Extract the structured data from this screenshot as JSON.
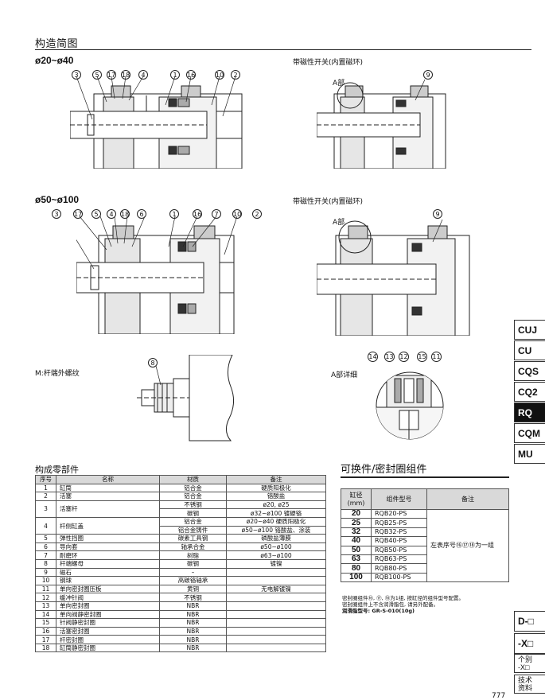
{
  "header": {
    "title": "构造简图"
  },
  "views": {
    "small_bore": {
      "title": "ø20~ø40",
      "callouts": [
        "3",
        "5",
        "17",
        "18",
        "4",
        "1",
        "16",
        "10",
        "2"
      ]
    },
    "small_bore_switch": {
      "title": "带磁性开关(内置磁环)",
      "a_label": "A部",
      "callouts": [
        "9"
      ]
    },
    "large_bore": {
      "title": "ø50~ø100",
      "callouts": [
        "3",
        "17",
        "5",
        "4",
        "18",
        "6",
        "1",
        "16",
        "7",
        "10",
        "2"
      ]
    },
    "large_bore_switch": {
      "title": "带磁性开关(内置磁环)",
      "a_label": "A部",
      "callouts": [
        "9"
      ]
    },
    "rod_thread": {
      "title": "M:杆端外螺纹",
      "callouts": [
        "8"
      ]
    },
    "detail_a": {
      "title": "A部详细",
      "callouts": [
        "14",
        "13",
        "12",
        "15",
        "11"
      ]
    }
  },
  "parts": {
    "title": "构成零部件",
    "headers": [
      "序号",
      "名称",
      "材质",
      "备注"
    ],
    "rows": [
      {
        "no": "1",
        "name": "缸筒",
        "material": "铝合金",
        "note": "硬质阳极化"
      },
      {
        "no": "2",
        "name": "活塞",
        "material": "铝合金",
        "note": "铬酸盐"
      },
      {
        "no": "3",
        "name": "活塞杆",
        "material": "不锈钢",
        "note": "ø20, ø25",
        "sub": {
          "material": "碳钢",
          "note": "ø32~ø100  镀硬铬"
        }
      },
      {
        "no": "4",
        "name": "杆侧缸盖",
        "material": "铝合金",
        "note": "ø20~ø40 硬质阳极化",
        "sub": {
          "material": "铝合金铸件",
          "note": "ø50~ø100 铬酸盐、涂装"
        }
      },
      {
        "no": "5",
        "name": "弹性挡圈",
        "material": "碳素工具钢",
        "note": "磷酸盐薄膜"
      },
      {
        "no": "6",
        "name": "导向套",
        "material": "轴承合金",
        "note": "ø50~ø100"
      },
      {
        "no": "7",
        "name": "耐磨环",
        "material": "树脂",
        "note": "ø63~ø100"
      },
      {
        "no": "8",
        "name": "杆端螺母",
        "material": "碳钢",
        "note": "镀镍"
      },
      {
        "no": "9",
        "name": "磁石",
        "material": "–",
        "note": ""
      },
      {
        "no": "10",
        "name": "钢球",
        "material": "高碳铬轴承",
        "note": ""
      },
      {
        "no": "11",
        "name": "单向密封圈压板",
        "material": "黄铜",
        "note": "无电解镀镍"
      },
      {
        "no": "12",
        "name": "缓冲针阀",
        "material": "不锈钢",
        "note": ""
      },
      {
        "no": "13",
        "name": "单向密封圈",
        "material": "NBR",
        "note": ""
      },
      {
        "no": "14",
        "name": "单向阀静密封圈",
        "material": "NBR",
        "note": ""
      },
      {
        "no": "15",
        "name": "针阀静密封圈",
        "material": "NBR",
        "note": ""
      },
      {
        "no": "16",
        "name": "活塞密封圈",
        "material": "NBR",
        "note": ""
      },
      {
        "no": "17",
        "name": "杆密封圈",
        "material": "NBR",
        "note": ""
      },
      {
        "no": "18",
        "name": "缸筒静密封圈",
        "material": "NBR",
        "note": ""
      }
    ]
  },
  "seal_kits": {
    "title": "可换件/密封圈组件",
    "headers": [
      "缸径\n(mm)",
      "组件型号",
      "备注"
    ],
    "rows": [
      {
        "bore": "20",
        "kit": "RQB20-PS"
      },
      {
        "bore": "25",
        "kit": "RQB25-PS"
      },
      {
        "bore": "32",
        "kit": "RQB32-PS"
      },
      {
        "bore": "40",
        "kit": "RQB40-PS"
      },
      {
        "bore": "50",
        "kit": "RQB50-PS"
      },
      {
        "bore": "63",
        "kit": "RQB63-PS"
      },
      {
        "bore": "80",
        "kit": "RQB80-PS"
      },
      {
        "bore": "100",
        "kit": "RQB100-PS"
      }
    ],
    "remark": "左表序号⑯⑰⑱为一组",
    "notes": [
      "密封圈组件⑯, ⑰, ⑱为1组, 按缸径的组件型号配置。",
      "密封圈组件上不含润滑脂包, 请另外配备。",
      "润滑脂型号: GR-S-010(10g)"
    ]
  },
  "side_tabs": [
    {
      "label": "CUJ",
      "active": false
    },
    {
      "label": "CU",
      "active": false
    },
    {
      "label": "CQS",
      "active": false
    },
    {
      "label": "CQ2",
      "active": false
    },
    {
      "label": "RQ",
      "active": true
    },
    {
      "label": "CQM",
      "active": false
    },
    {
      "label": "MU",
      "active": false
    }
  ],
  "side_tabs_bottom": [
    {
      "label": "D-□"
    },
    {
      "label": "-X□"
    },
    {
      "label": "个别\n-X□"
    },
    {
      "label": "技术\n资料"
    }
  ],
  "page_number": "777"
}
